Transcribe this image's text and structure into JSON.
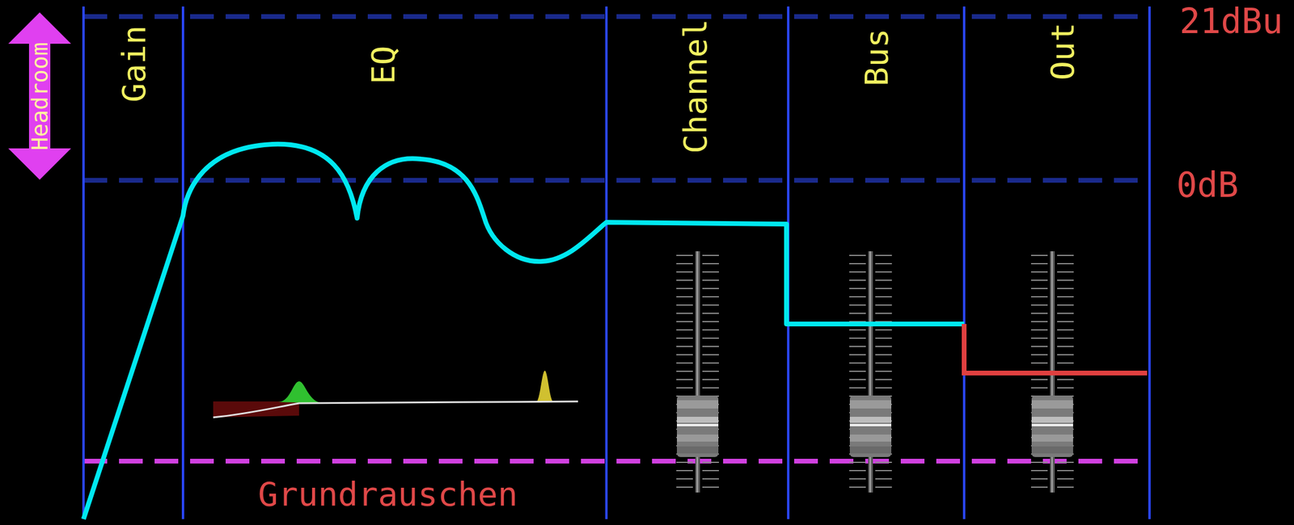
{
  "diagram": {
    "labels": [
      "Headroom",
      "Gain",
      "EQ",
      "Channel",
      "Bus",
      "Out",
      "21dBu",
      "0dB",
      "Grundrauschen"
    ]
  }
}
